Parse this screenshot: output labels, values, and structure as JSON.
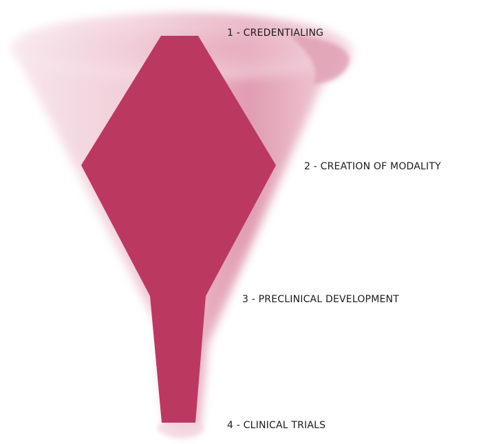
{
  "diagram": {
    "type": "funnel",
    "colors": {
      "shape": "#bb3960",
      "funnel_glow": "#d9819d",
      "label_text": "#1a1a1a"
    },
    "stages": [
      {
        "label": "1 - CREDENTIALING"
      },
      {
        "label": "2 - CREATION OF MODALITY"
      },
      {
        "label": "3 - PRECLINICAL DEVELOPMENT"
      },
      {
        "label": "4 - CLINICAL TRIALS"
      }
    ]
  }
}
